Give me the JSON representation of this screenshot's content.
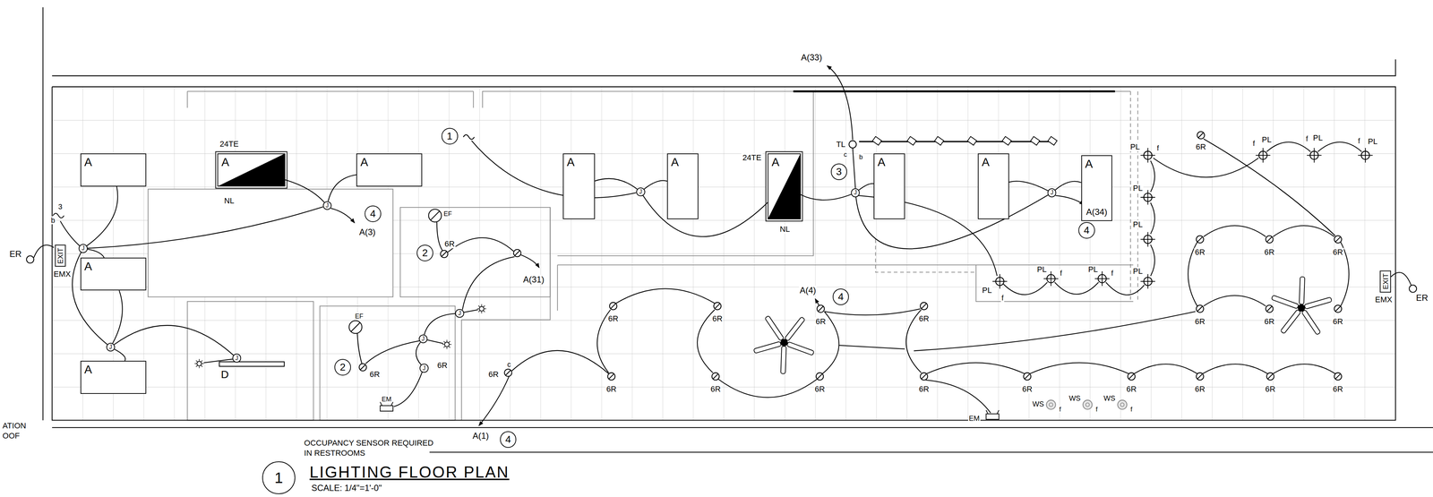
{
  "diagram": {
    "title": "LIGHTING FLOOR PLAN",
    "nodes": [
      {
        "text": [
          "A"
        ]
      },
      {
        "text": [
          "24TE",
          "A",
          "NL"
        ]
      },
      {
        "text": [
          "A"
        ]
      },
      {
        "text": [
          "1"
        ]
      },
      {
        "text": [
          "A"
        ]
      },
      {
        "text": [
          "A"
        ]
      },
      {
        "text": [
          "24TE",
          "A",
          "NL"
        ]
      },
      {
        "text": [
          "3"
        ]
      },
      {
        "text": [
          "A"
        ]
      },
      {
        "text": [
          "A"
        ]
      },
      {
        "text": [
          "A"
        ]
      },
      {
        "text": [
          "J"
        ]
      },
      {
        "text": [
          "J"
        ]
      },
      {
        "text": [
          "J"
        ]
      },
      {
        "text": [
          "J"
        ]
      },
      {
        "text": [
          "4"
        ]
      },
      {
        "text": [
          "4"
        ]
      },
      {
        "text": [
          "EXIT"
        ]
      },
      {
        "text": [
          "J"
        ]
      },
      {
        "text": [
          "2"
        ]
      },
      {
        "text": [
          "A"
        ]
      },
      {
        "text": [
          "EXIT"
        ]
      },
      {
        "text": [
          "4"
        ]
      },
      {
        "text": [
          "J"
        ]
      },
      {
        "text": [
          "J"
        ]
      },
      {
        "text": [
          "J"
        ]
      },
      {
        "text": [
          "J"
        ]
      },
      {
        "text": [
          "J"
        ]
      },
      {
        "text": [
          "A"
        ]
      },
      {
        "text": [
          "2"
        ]
      },
      {
        "text": [
          "4"
        ]
      },
      {
        "text": [
          "1"
        ]
      }
    ],
    "edges": [
      {
        "from": 0,
        "to": 18,
        "arrow": "none"
      },
      {
        "from": 18,
        "to": 20,
        "arrow": "none"
      },
      {
        "from": 18,
        "to": 25,
        "arrow": "none"
      },
      {
        "from": 20,
        "to": 25,
        "arrow": "none"
      },
      {
        "from": 25,
        "to": 28,
        "arrow": "none"
      },
      {
        "from": 25,
        "to": 26,
        "arrow": "none"
      },
      {
        "from": 18,
        "to": 11,
        "arrow": "none"
      },
      {
        "from": 1,
        "to": 11,
        "arrow": "none"
      },
      {
        "from": 11,
        "to": 2,
        "arrow": "none"
      },
      {
        "from": 4,
        "to": 12,
        "arrow": "none"
      },
      {
        "from": 12,
        "to": 5,
        "arrow": "none"
      },
      {
        "from": 12,
        "to": 6,
        "arrow": "none"
      },
      {
        "from": 6,
        "to": 13,
        "arrow": "none"
      },
      {
        "from": 13,
        "to": 8,
        "arrow": "none"
      },
      {
        "from": 13,
        "to": 14,
        "arrow": "none"
      },
      {
        "from": 14,
        "to": 9,
        "arrow": "none"
      },
      {
        "from": 14,
        "to": 10,
        "arrow": "none"
      },
      {
        "from": 23,
        "to": 24,
        "arrow": "none"
      },
      {
        "from": 24,
        "to": 27,
        "arrow": "none"
      }
    ],
    "labels": [
      "ER",
      "EMX",
      "3",
      "b",
      "A(3)",
      "6R",
      "A(31)",
      "6R",
      "6R",
      "EM",
      "D",
      "c",
      "6R",
      "A(1)",
      "OCCUPANCY SENSOR REQUIRED",
      "IN RESTROOMS",
      "SCALE: 1/4\"=1'-0\"",
      "ATION",
      "OOF",
      "A(33)",
      "TL",
      "c",
      "b",
      "A(34)",
      "A(4)",
      "6R",
      "6R",
      "6R",
      "6R",
      "6R",
      "6R",
      "6R",
      "6R",
      "6R",
      "6R",
      "6R",
      "6R",
      "6R",
      "6R",
      "6R",
      "6R",
      "6R",
      "6R",
      "6R",
      "6R",
      "PL",
      "f",
      "PL",
      "f",
      "PL",
      "f",
      "PL",
      "f",
      "PL",
      "PL",
      "PL",
      "PL",
      "f",
      "PL",
      "f",
      "PL",
      "f",
      "WS",
      "f",
      "WS",
      "f",
      "WS",
      "f",
      "EM",
      "EMX",
      "ER",
      "EF",
      "EF"
    ]
  }
}
